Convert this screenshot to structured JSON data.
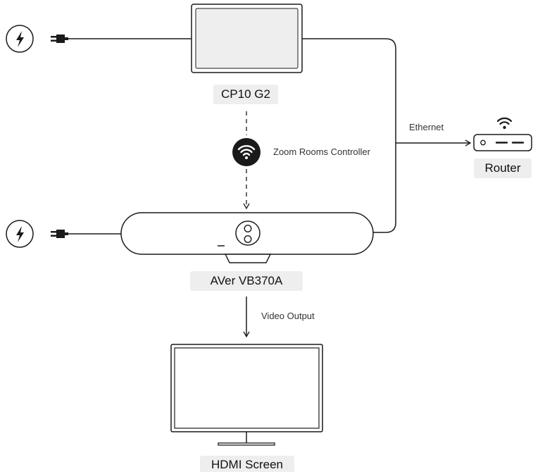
{
  "labels": {
    "controller": "CP10 G2",
    "camera": "AVer VB370A",
    "router": "Router",
    "screen": "HDMI Screen"
  },
  "annotations": {
    "wireless": "Zoom Rooms Controller",
    "ethernet": "Ethernet",
    "video": "Video Output"
  },
  "icons": {
    "power": "lightning-bolt-icon",
    "plug": "power-plug-icon",
    "wifi": "wifi-icon"
  },
  "colors": {
    "stroke": "#1a1a1a",
    "label_bg": "#eeeeee",
    "tablet_screen": "#eeeeee"
  }
}
